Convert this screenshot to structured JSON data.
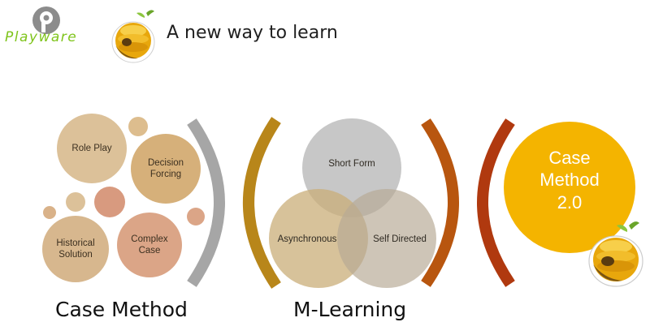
{
  "header": {
    "logo_text": "Playware",
    "tagline": "A new way to learn"
  },
  "case_method": {
    "title": "Case Method",
    "circles": [
      {
        "label": "Role Play"
      },
      {
        "label": "Decision Forcing"
      },
      {
        "label": "Historical Solution"
      },
      {
        "label": "Complex Case"
      },
      {
        "label": ""
      },
      {
        "label": ""
      },
      {
        "label": ""
      },
      {
        "label": ""
      },
      {
        "label": ""
      }
    ]
  },
  "m_learning": {
    "title": "M-Learning",
    "circles": [
      {
        "label": "Short Form"
      },
      {
        "label": "Asynchronous"
      },
      {
        "label": "Self Directed"
      }
    ]
  },
  "case_method_2": {
    "label": "Case\nMethod\n2.0"
  },
  "colors": {
    "logo_green": "#7fc41c",
    "circle_tan": "#d8bd8e",
    "circle_tan_dark": "#d3ad78",
    "circle_salmon": "#d99d7e",
    "gray_arc": "#a6a6a6",
    "gold_arc": "#b8861a",
    "rust_arc": "#b34a14",
    "gold_circle": "#f4b400"
  }
}
